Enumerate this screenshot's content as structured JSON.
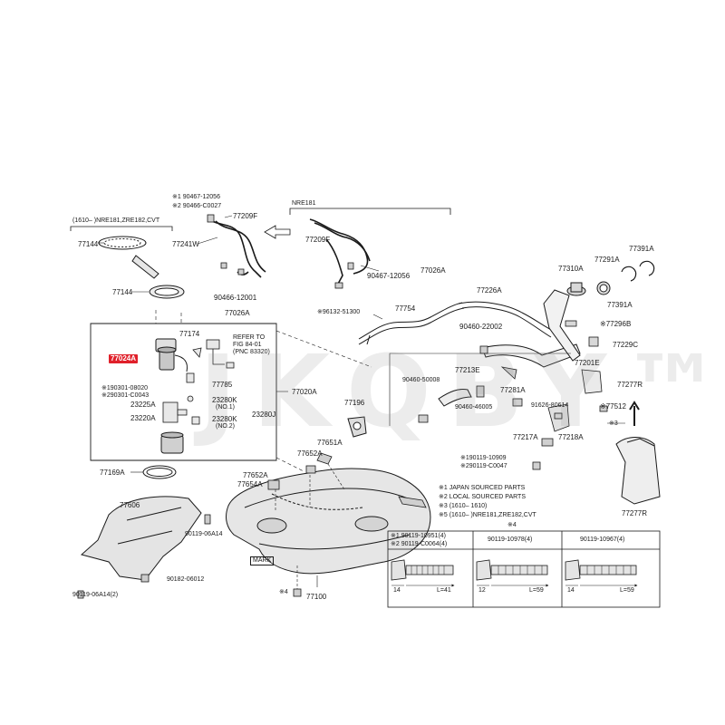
{
  "watermark": "JKQBY™",
  "colors": {
    "line": "#1a1a1a",
    "part_fill": "#dcdcdc",
    "part_dark": "#a8a8a8",
    "highlight": "#e0202a",
    "highlight_text": "#ffffff"
  },
  "labels": {
    "hdr_left": "(1610–    )NRE181,ZRE182,CVT",
    "hdr_right": "NRE181",
    "p77144a": "77144",
    "p77144b": "77144",
    "note1": "※1 90467-12056",
    "note2": "※2 90466-C0027",
    "p77209f_a": "77209F",
    "p77241w": "77241W",
    "p90466_12001": "90466-12001",
    "p77026a_a": "77026A",
    "p77209f_b": "77209F",
    "p90467_12056": "90467-12056",
    "p77026a_b": "77026A",
    "p77174": "77174",
    "refer1": "REFER TO",
    "refer2": "FIG 84-01",
    "refer3": "(PNC 83320)",
    "p77024a": "77024A",
    "p190301": "※190301-08020",
    "p290301": "※290301-C0043",
    "p77785": "77785",
    "p23225a": "23225A",
    "p23280k_1": "23280K",
    "no1": "(NO.1)",
    "p23220a": "23220A",
    "p23280k_2": "23280K",
    "no2": "(NO.2)",
    "p23280j": "23280J",
    "p77020a": "77020A",
    "p96132": "※96132-51300",
    "p77754": "77754",
    "p77226a": "77226A",
    "p90460_22002": "90460-22002",
    "p77310a": "77310A",
    "p77291a": "77291A",
    "p77391a_a": "77391A",
    "p77391a_b": "77391A",
    "p77296b": "※77296B",
    "p77229c": "77229C",
    "p77201e": "77201E",
    "p77213e": "77213E",
    "p90460_50008": "90460-50008",
    "p90460_46005": "90460-46005",
    "p77281a": "77281A",
    "p91626": "91626-80614",
    "p77277r_a": "77277R",
    "p77512": "※77512",
    "p77196": "77196",
    "p77217a": "77217A",
    "p77218a": "77218A",
    "star3": "※3",
    "p90119_10909": "※190119-10909",
    "p90119_c0047": "※290119-C0047",
    "p77277r_b": "77277R",
    "p77651a": "77651A",
    "p77652a_a": "77652A",
    "p77652a_b": "77652A",
    "p77654a": "77654A",
    "p77169a": "77169A",
    "p77606": "77606",
    "p90119_06a14": "90119-06A14",
    "p90182": "90182-06012",
    "p90119_06a14_2": "90119-06A14(2)",
    "mark": "MARK",
    "star4": "※4",
    "p77100": "77100",
    "legend1": "※1 JAPAN SOURCED PARTS",
    "legend2": "※2 LOCAL SOURCED PARTS",
    "legend3": "※3 (1610–    1610)",
    "legend4": "※4",
    "legend5": "※5 (1610–    )NRE181,ZRE182,CVT",
    "legend_star4": "※4"
  },
  "table": {
    "col1_a": "※1 90119-10951(4)",
    "col1_b": "※2 90119-C0064(4)",
    "col2": "90119-10978(4)",
    "col3": "90119-10967(4)",
    "c1_d": "14",
    "c1_l": "L=41",
    "c2_d": "12",
    "c2_l": "L=59",
    "c3_d": "14",
    "c3_l": "L=59"
  }
}
